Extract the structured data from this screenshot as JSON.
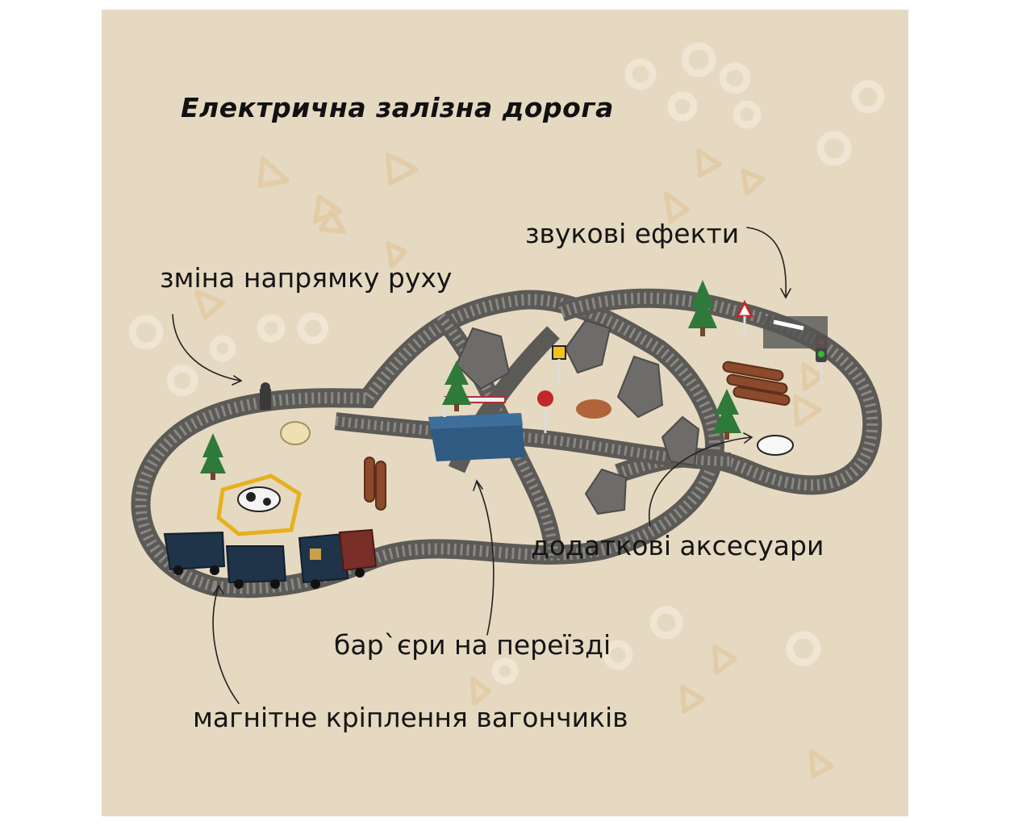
{
  "title": "Електрична залізна дорога",
  "labels": {
    "direction": "зміна напрямку руху",
    "sound": "звукові ефекти",
    "accessories": "додаткові аксесуари",
    "barriers": "бар`єри на переїзді",
    "coupling": "магнітне кріплення вагончиків"
  },
  "colors": {
    "background": "#e6d9c1",
    "track": "#5e5d5a",
    "crossing": "#2f5a82",
    "text": "#151515"
  }
}
